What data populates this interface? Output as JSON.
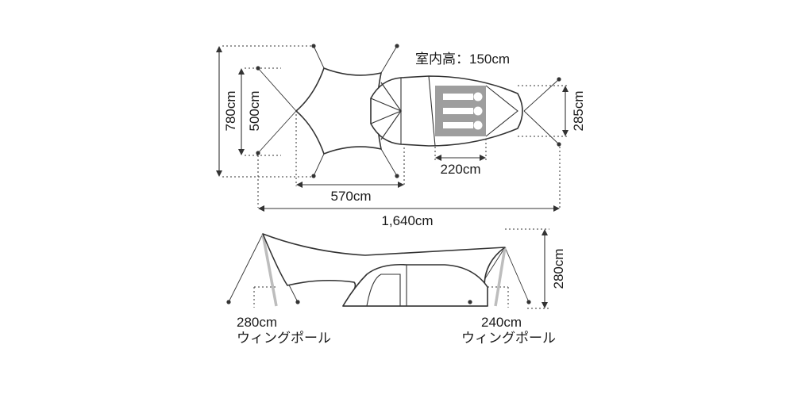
{
  "labels": {
    "ceiling_height": "室内高：150cm",
    "width_total": "780cm",
    "width_tarp_inner": "500cm",
    "width_tent": "285cm",
    "inner_tent_width": "220cm",
    "tarp_length": "570cm",
    "total_length": "1,640cm",
    "height_total": "280cm",
    "left_pole_size": "280cm",
    "left_pole_name": "ウィングポール",
    "right_pole_size": "240cm",
    "right_pole_name": "ウィングポール"
  },
  "colors": {
    "line": "#333333",
    "pole": "#bdbdbd",
    "inner_tent": "#9e9e9e"
  },
  "icons": {
    "sleeping_capacity": "person-lying-icon"
  }
}
